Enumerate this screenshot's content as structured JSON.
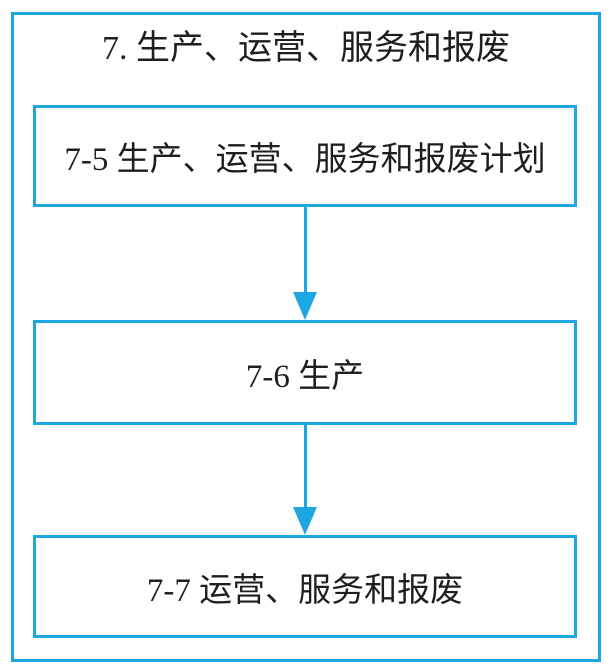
{
  "diagram": {
    "title": "7. 生产、运营、服务和报废",
    "nodes": [
      {
        "id": "7-5",
        "label": "7-5 生产、运营、服务和报废计划"
      },
      {
        "id": "7-6",
        "label": "7-6 生产"
      },
      {
        "id": "7-7",
        "label": "7-7 运营、服务和报废"
      }
    ],
    "arrows": [
      {
        "from": "7-5",
        "to": "7-6",
        "direction": "down"
      },
      {
        "from": "7-6",
        "to": "7-7",
        "direction": "down"
      }
    ],
    "colors": {
      "accent": "#1CA6E2",
      "text": "#1E1E1E",
      "background": "#FFFFFF"
    }
  }
}
